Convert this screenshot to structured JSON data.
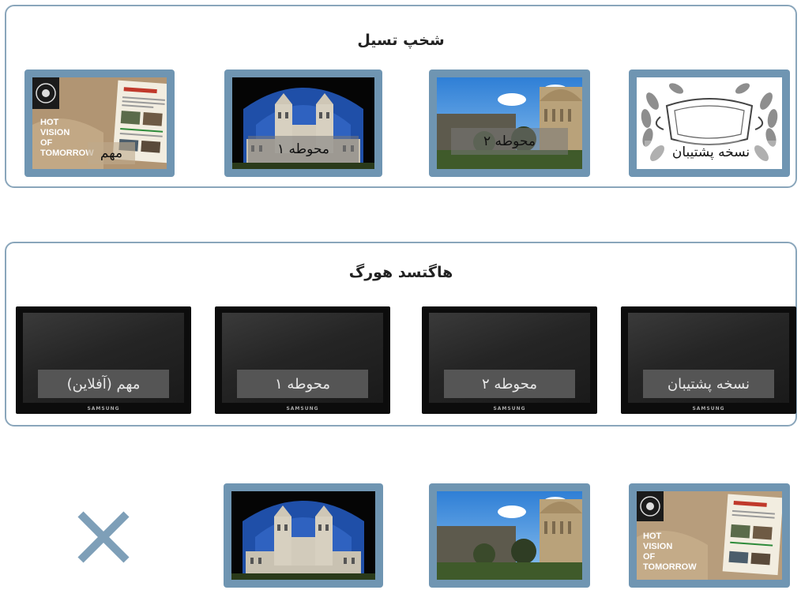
{
  "top_panel": {
    "title": "شخپ تسیل",
    "items": [
      {
        "label": "نسخه پشتیبان",
        "image": "laurel-frame"
      },
      {
        "label": "محوطه ۲",
        "image": "radcliffe-camera"
      },
      {
        "label": "محوطه ۱",
        "image": "all-souls-college"
      },
      {
        "label": "مهم",
        "image": "hot-vision-poster"
      }
    ]
  },
  "middle_panel": {
    "title": "هاگتسد هورگ",
    "tvs": [
      {
        "label": "نسخه پشتیبان",
        "brand": "SAMSUNG"
      },
      {
        "label": "محوطه ۲",
        "brand": "SAMSUNG"
      },
      {
        "label": "محوطه ۱",
        "brand": "SAMSUNG"
      },
      {
        "label": "مهم (آفلاین)",
        "brand": "SAMSUNG"
      }
    ]
  },
  "poster_text": {
    "hot": "HOT",
    "vision": "VISION",
    "of": "OF",
    "tomorrow": "TOMORROW"
  },
  "colors": {
    "border": "#8aa6bb",
    "frame": "#6f95b2",
    "arrow": "#2f4a5e",
    "cross": "#7e9fb8"
  }
}
